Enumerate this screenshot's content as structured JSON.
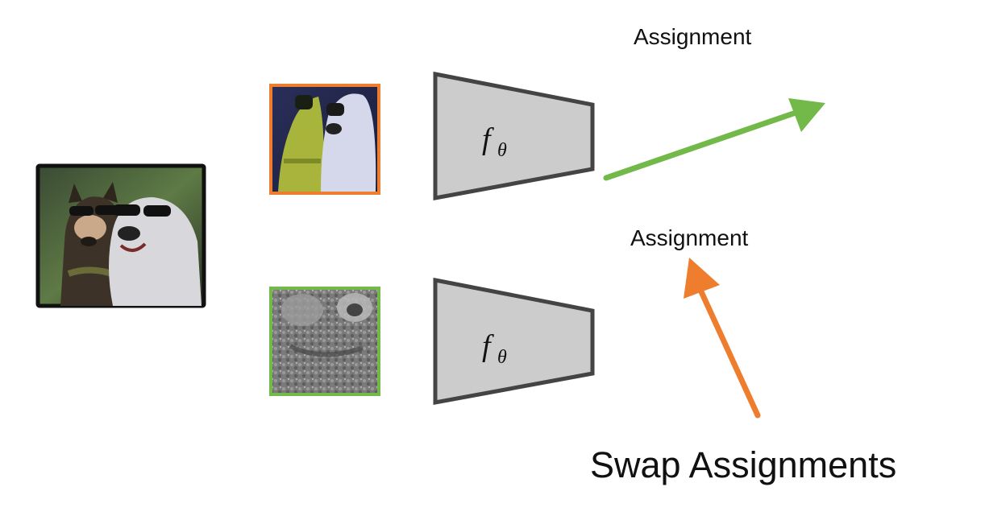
{
  "encoder": {
    "symbol": "f",
    "subscript": "θ",
    "fill": "#cccccc",
    "stroke": "#444444"
  },
  "assignment_top": {
    "label": "Assignment"
  },
  "assignment_bottom": {
    "label": "Assignment"
  },
  "swap_label": "Swap Assignments",
  "colors": {
    "orange": "#ee7d2e",
    "green": "#72b94a",
    "frame": "#111111"
  },
  "images": {
    "source": "photo of two dogs wearing sunglasses",
    "crop_top": "color-jittered crop of dog faces",
    "crop_bottom": "grayscale crop of dog fur"
  }
}
